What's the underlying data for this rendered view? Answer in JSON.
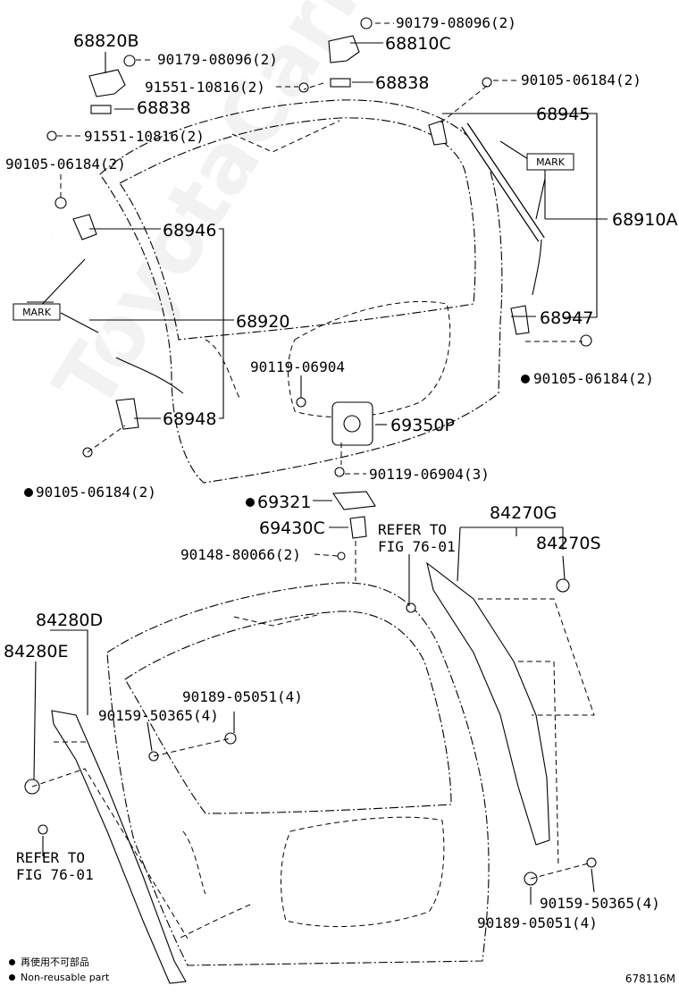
{
  "labels": {
    "p68820B": "68820B",
    "p90179_a": "90179-08096(2)",
    "p90179_b": "90179-08096(2)",
    "p68810C": "68810C",
    "p91551_a": "91551-10816(2)",
    "p91551_b": "91551-10816(2)",
    "p68838_a": "68838",
    "p68838_b": "68838",
    "p90105_a": "90105-06184(2)",
    "p90105_b": "90105-06184(2)",
    "p90105_c": "90105-06184(2)",
    "p90105_d": "90105-06184(2)",
    "p68945": "68945",
    "p68910A": "68910A",
    "p68946": "68946",
    "p68920": "68920",
    "p68947": "68947",
    "p68948": "68948",
    "p90119_a": "90119-06904",
    "p90119_b": "90119-06904(3)",
    "p69350P": "69350P",
    "p69321": "69321",
    "p69430C": "69430C",
    "p90148": "90148-80066(2)",
    "p84270G": "84270G",
    "p84270S": "84270S",
    "p84280D": "84280D",
    "p84280E": "84280E",
    "p90189_a": "90189-05051(4)",
    "p90189_b": "90189-05051(4)",
    "p90159_a": "90159-50365(4)",
    "p90159_b": "90159-50365(4)",
    "refer_a_1": "REFER TO",
    "refer_a_2": "FIG 76-01",
    "refer_b_1": "REFER TO",
    "refer_b_2": "FIG 76-01",
    "mark_a": "MARK",
    "mark_b": "MARK"
  },
  "legend": {
    "line_cn": "再使用不可部品",
    "line_en": "Non-reusable part"
  },
  "figure_code": "678116M",
  "watermark": "ToyotaCarMine.ru"
}
